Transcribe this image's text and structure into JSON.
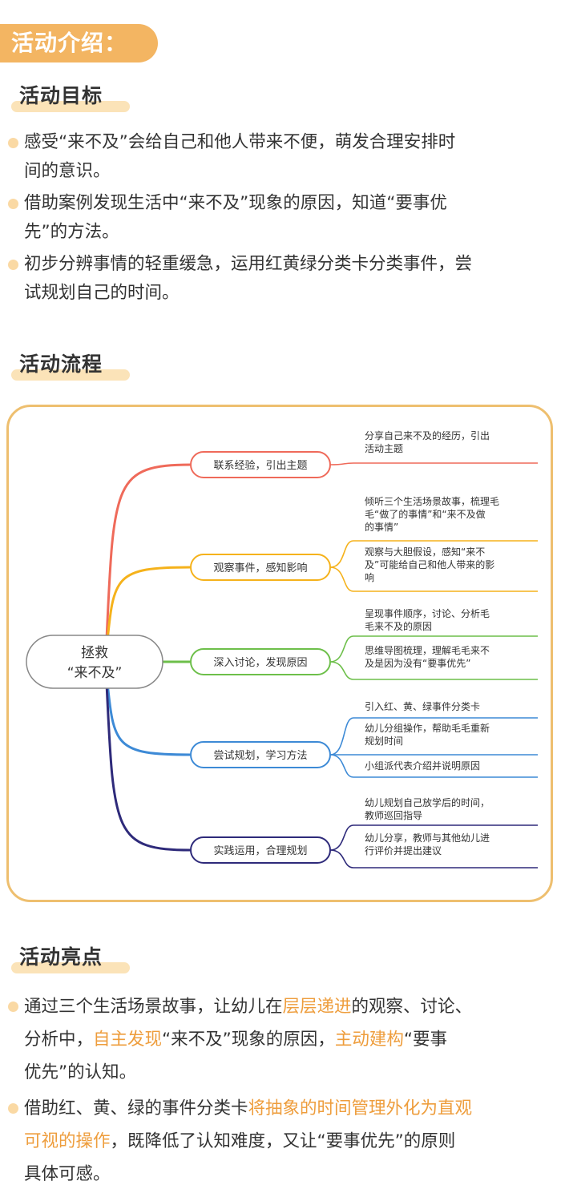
{
  "header": {
    "title": "活动介绍："
  },
  "goals": {
    "heading": "活动目标",
    "items": [
      {
        "lines": [
          "感受“来不及”会给自己和他人带来不便，萌发合理安排时",
          "间的意识。"
        ]
      },
      {
        "lines": [
          "借助案例发现生活中“来不及”现象的原因，知道“要事优",
          "先”的方法。"
        ]
      },
      {
        "lines": [
          "初步分辨事情的轻重缓急，运用红黄绿分类卡分类事件，尝",
          "试规划自己的时间。"
        ]
      }
    ]
  },
  "process": {
    "heading": "活动流程",
    "center": {
      "line1": "拯救",
      "line2": "“来不及”"
    },
    "branches": [
      {
        "label": "联系经验，引出主题",
        "color": "#ef6a5a",
        "details": [
          {
            "lines": [
              "分享自己来不及的经历，引出",
              "活动主题"
            ]
          }
        ]
      },
      {
        "label": "观察事件，感知影响",
        "color": "#f5b21b",
        "details": [
          {
            "lines": [
              "倾听三个生活场景故事，梳理毛",
              "毛“做了的事情”和“来不及做",
              "的事情”"
            ]
          },
          {
            "lines": [
              "观察与大胆假设，感知“来不",
              "及”可能给自己和他人带来的影",
              "响"
            ]
          }
        ]
      },
      {
        "label": "深入讨论，发现原因",
        "color": "#6dbf4a",
        "details": [
          {
            "lines": [
              "呈现事件顺序，讨论、分析毛",
              "毛来不及的原因"
            ]
          },
          {
            "lines": [
              "思维导图梳理，理解毛毛来不",
              "及是因为没有“要事优先”"
            ]
          }
        ]
      },
      {
        "label": "尝试规划，学习方法",
        "color": "#3d8ad6",
        "details": [
          {
            "lines": [
              "引入红、黄、绿事件分类卡"
            ]
          },
          {
            "lines": [
              "幼儿分组操作，帮助毛毛重新",
              "规划时间"
            ]
          },
          {
            "lines": [
              "小组派代表介绍并说明原因"
            ]
          }
        ]
      },
      {
        "label": "实践运用，合理规划",
        "color": "#2e2a7a",
        "details": [
          {
            "lines": [
              "幼儿规划自己放学后的时间，",
              "教师巡回指导"
            ]
          },
          {
            "lines": [
              "幼儿分享，教师与其他幼儿进",
              "行评价并提出建议"
            ]
          }
        ]
      }
    ]
  },
  "highlights": {
    "heading": "活动亮点",
    "items": [
      {
        "lines": [
          [
            {
              "t": "通过三个生活场景故事，让幼儿在"
            },
            {
              "t": "层层递进",
              "hi": true
            },
            {
              "t": "的观察、讨论、"
            }
          ],
          [
            {
              "t": "分析中，"
            },
            {
              "t": "自主发现",
              "hi": true
            },
            {
              "t": "“来不及”现象的原因，"
            },
            {
              "t": "主动建构",
              "hi": true
            },
            {
              "t": "“要事"
            }
          ],
          [
            {
              "t": "优先”的认知。"
            }
          ]
        ]
      },
      {
        "lines": [
          [
            {
              "t": "借助红、黄、绿的事件分类卡"
            },
            {
              "t": "将抽象的时间管理外化为直观",
              "hi": true
            }
          ],
          [
            {
              "t": "可视的操作",
              "hi": true
            },
            {
              "t": "，既降低了认知难度，又让“要事优先”的原则"
            }
          ],
          [
            {
              "t": "具体可感。"
            }
          ]
        ]
      }
    ]
  },
  "colors": {
    "accent": "#f3b562",
    "highlight_text": "#ee9d3c",
    "frame": "#eebf6f"
  }
}
